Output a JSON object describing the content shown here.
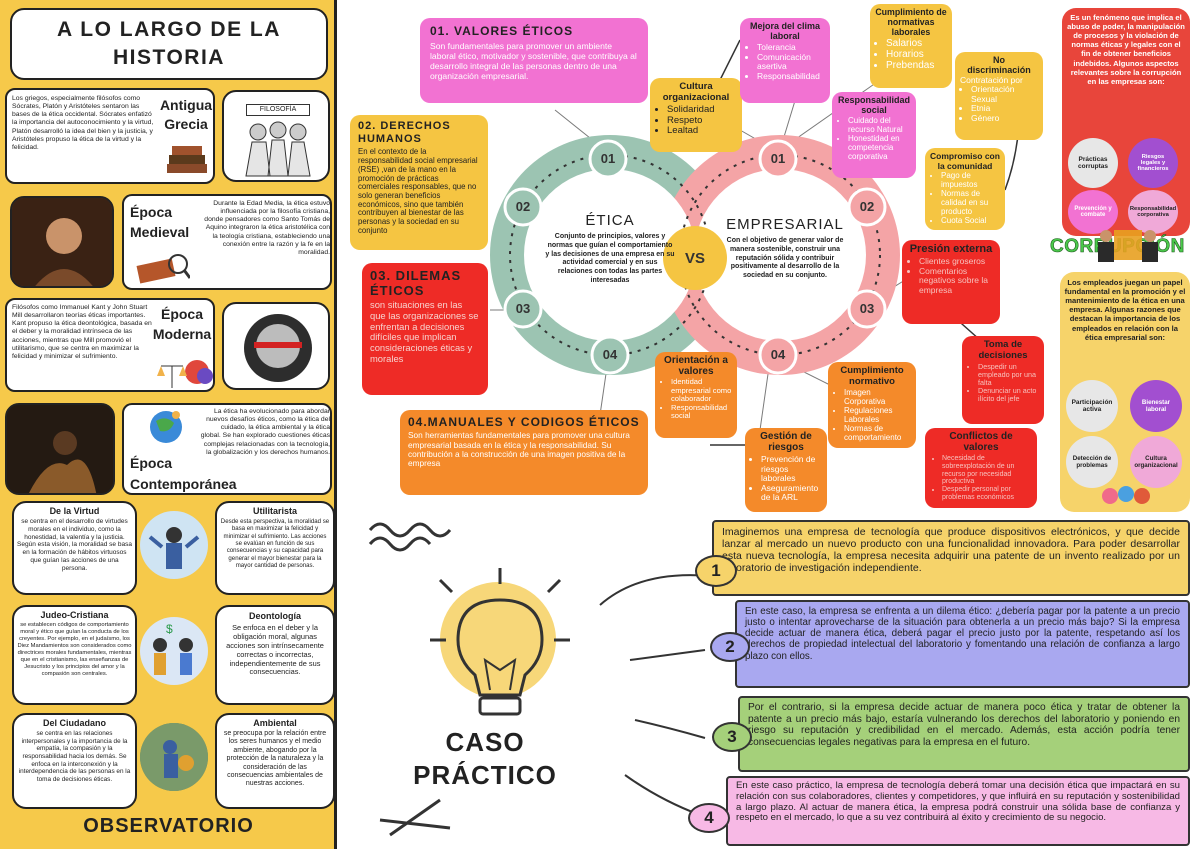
{
  "history": {
    "title": "A LO LARGO DE LA HISTORIA",
    "ancient": {
      "label": "Antigua Grecia",
      "plaque": "FILOSOFÍA",
      "text": "Los griegos, especialmente filósofos como Sócrates, Platón y Aristóteles sentaron las bases de la ética occidental. Sócrates enfatizó la importancia del autoconocimiento y la virtud, Platón desarrolló la idea del bien y la justicia, y Aristóteles propuso la ética de la virtud y la felicidad."
    },
    "medieval": {
      "label": "Época Medieval",
      "text": "Durante la Edad Media, la ética estuvo influenciada por la filosofía cristiana, donde pensadores como Santo Tomás de Aquino integraron la ética aristotélica con la teología cristiana, estableciendo una conexión entre la razón y la fe en la moralidad."
    },
    "modern": {
      "label": "Época Moderna",
      "text": "Filósofos como Immanuel Kant y John Stuart Mill desarrollaron teorías éticas importantes. Kant propuso la ética deontológica, basada en el deber y la moralidad intrínseca de las acciones, mientras que Mill promovió el utilitarismo, que se centra en maximizar la felicidad y minimizar el sufrimiento."
    },
    "contemporary": {
      "label": "Época Contemporánea",
      "text": "La ética ha evolucionado para abordar nuevos desafíos éticos, como la ética del cuidado, la ética ambiental y la ética global. Se han explorado cuestiones éticas complejas relacionadas con la tecnología, la globalización y los derechos humanos."
    }
  },
  "observatory": {
    "title": "OBSERVATORIO",
    "virtud": {
      "title": "De la Virtud",
      "text": "se centra en el desarrollo de virtudes morales en el individuo, como la honestidad, la valentía y la justicia. Según esta visión, la moralidad se basa en la formación de hábitos virtuosos que guían las acciones de una persona."
    },
    "utilitarista": {
      "title": "Utilitarista",
      "text": "Desde esta perspectiva, la moralidad se basa en maximizar la felicidad y minimizar el sufrimiento. Las acciones se evalúan en función de sus consecuencias y su capacidad para generar el mayor bienestar para la mayor cantidad de personas."
    },
    "judeo": {
      "title": "Judeo-Cristiana",
      "text": "se establecen códigos de comportamiento moral y ético que guían la conducta de los creyentes. Por ejemplo, en el judaísmo, los Diez Mandamientos son considerados como directrices morales fundamentales, mientras que en el cristianismo, las enseñanzas de Jesucristo y los principios del amor y la compasión son centrales."
    },
    "deontologia": {
      "title": "Deontología",
      "text": "Se enfoca en el deber y la obligación moral, algunas acciones son intrínsecamente correctas o incorrectas, independientemente de sus consecuencias."
    },
    "ciudadano": {
      "title": "Del Ciudadano",
      "text": "se centra en las relaciones interpersonales y la importancia de la empatía, la compasión y la responsabilidad hacia los demás. Se enfoca en la interconexión y la interdependencia de las personas en la toma de decisiones éticas."
    },
    "ambiental": {
      "title": "Ambiental",
      "text": "se preocupa por la relación entre los seres humanos y el medio ambiente, abogando por la protección de la naturaleza y la consideración de las consecuencias ambientales de nuestras acciones."
    }
  },
  "center": {
    "etica": {
      "title": "ÉTICA",
      "text": "Conjunto de principios, valores y normas que guían el comportamiento y las decisiones de una empresa en su actividad comercial y en sus relaciones con todas las partes interesadas"
    },
    "vs": "VS",
    "empresarial": {
      "title": "EMPRESARIAL",
      "text": "Con el objetivo de generar valor de manera sostenible, construir una reputación sólida y contribuir positivamente al desarrollo de la sociedad en su conjunto."
    },
    "n_left": [
      "01",
      "02",
      "03",
      "04"
    ],
    "n_right": [
      "01",
      "02",
      "03",
      "04"
    ]
  },
  "left_items": {
    "valores": {
      "title": "01. VALORES ÉTICOS",
      "text": "Son fundamentales para promover un ambiente laboral ético, motivador y sostenible, que contribuya al desarrollo integral de las personas dentro de una organización empresarial."
    },
    "derechos": {
      "title": "02. DERECHOS HUMANOS",
      "text": "En el contexto de la responsabilidad social empresarial (RSE) ,van de la mano en la promoción de prácticas comerciales responsables, que no solo generan beneficios económicos, sino que también contribuyen al bienestar de las personas y la sociedad en su conjunto"
    },
    "dilemas": {
      "title": "03. DILEMAS ÉTICOS",
      "text": "son situaciones en las que las organizaciones se enfrentan a decisiones difíciles que implican consideraciones éticas y morales"
    },
    "manuales": {
      "title": "04.MANUALES Y CODIGOS ÉTICOS",
      "text": "Son herramientas fundamentales para promover una cultura empresarial basada en la ética y la responsabilidad. Su contribución a la construcción de una imagen positiva de la empresa"
    }
  },
  "right_items": {
    "cultura": {
      "title": "Cultura organizacional",
      "items": [
        "Solidaridad",
        "Respeto",
        "Lealtad"
      ]
    },
    "clima": {
      "title": "Mejora del clima laboral",
      "items": [
        "Tolerancia",
        "Comunicación asertiva",
        "Responsabilidad"
      ]
    },
    "normativas": {
      "title": "Cumplimiento de normativas laborales",
      "items": [
        "Salarios",
        "Horarios",
        "Prebendas"
      ]
    },
    "discriminacion": {
      "title": "No discriminación",
      "sub": "Contratación por",
      "items": [
        "Orientación Sexual",
        "Etnia",
        "Género"
      ]
    },
    "responsabilidad": {
      "title": "Responsabilidad social",
      "items": [
        "Cuidado del recurso Natural",
        "Honestidad en competencia corporativa"
      ]
    },
    "comunidad": {
      "title": "Compromiso con la comunidad",
      "items": [
        "Pago de impuestos",
        "Normas de calidad en su producto",
        "Cuota Social"
      ]
    },
    "presion": {
      "title": "Presión externa",
      "items": [
        "Clientes groseros",
        "Comentarios negativos sobre la empresa"
      ]
    },
    "toma": {
      "title": "Toma de decisiones",
      "items": [
        "Despedir un empleado por una falta",
        "Denunciar un acto ilícito del jefe"
      ]
    },
    "conflictos": {
      "title": "Conflictos de valores",
      "items": [
        "Necesidad de sobreexplotación de un recurso por necesidad productiva",
        "Despedir personal por problemas económicos"
      ]
    },
    "orientacion": {
      "title": "Orientación a valores",
      "items": [
        "Identidad empresarial como colaborador",
        "Responsabilidad social"
      ]
    },
    "riesgos": {
      "title": "Gestión de riesgos",
      "items": [
        "Prevención de riesgos laborales",
        "Aseguramiento de la ARL"
      ]
    },
    "normativo": {
      "title": "Cumplimiento normativo",
      "items": [
        "Imagen Corporativa",
        "Regulaciones Laborales",
        "Normas de comportamiento"
      ]
    }
  },
  "corruption": {
    "top_text": "Es un fenómeno que implica el abuso de poder, la manipulación de procesos y la violación de normas éticas y legales con el fin de obtener beneficios indebidos. Algunos aspectos relevantes sobre la corrupción en las empresas son:",
    "circles_top": [
      "Prácticas corruptas",
      "Riesgos legales y financieros",
      "Prevención y combate",
      "Responsabilidad corporativa"
    ],
    "word": "CORRUPCIÓN",
    "bottom_text": "Los empleados juegan un papel fundamental en la promoción y el mantenimiento de la ética en una empresa. Algunas razones que destacan la importancia de los empleados en relación con la ética empresarial son:",
    "circles_bottom": [
      "Participación activa",
      "Bienestar laboral",
      "Detección de problemas",
      "Cultura organizacional"
    ]
  },
  "case": {
    "title_1": "CASO",
    "title_2": "PRÁCTICO",
    "steps": [
      {
        "n": "1",
        "text": "Imaginemos una empresa de tecnología que produce dispositivos electrónicos, y que decide lanzar al mercado un nuevo producto con una funcionalidad innovadora. Para poder desarrollar esta nueva tecnología, la empresa necesita adquirir una patente de un invento realizado por un laboratorio de investigación independiente."
      },
      {
        "n": "2",
        "text": "En este caso, la empresa se enfrenta a un dilema ético: ¿debería pagar por la patente a un precio justo o intentar aprovecharse de la situación para obtenerla a un precio más bajo? Si la empresa decide actuar de manera ética, deberá pagar el precio justo por la patente, respetando así los derechos de propiedad intelectual del laboratorio y fomentando una relación de confianza a largo plazo con ellos."
      },
      {
        "n": "3",
        "text": "Por el contrario, si la empresa decide actuar de manera poco ética y tratar de obtener la patente a un precio más bajo, estaría vulnerando los derechos del laboratorio y poniendo en riesgo su reputación y credibilidad en el mercado. Además, esta acción podría tener consecuencias legales negativas para la empresa en el futuro."
      },
      {
        "n": "4",
        "text": "En este caso práctico, la empresa de tecnología deberá tomar una decisión ética que impactará en su relación con sus colaboradores, clientes y competidores, y que influirá en su reputación y sostenibilidad a largo plazo. Al actuar de manera ética, la empresa podrá construir una sólida base de confianza y respeto en el mercado, lo que a su vez contribuirá al éxito y crecimiento de su negocio."
      }
    ]
  }
}
